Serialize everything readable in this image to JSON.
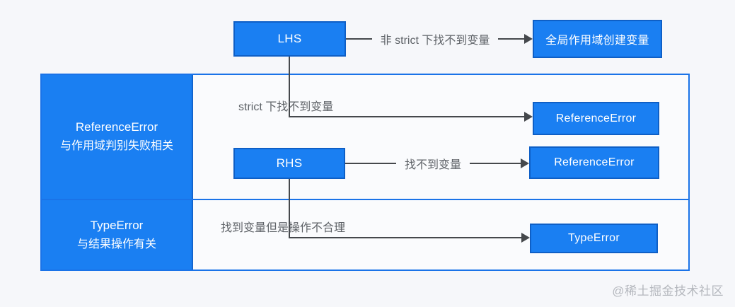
{
  "nodes": {
    "lhs": "LHS",
    "rhs": "RHS",
    "global_create": "全局作用域创建变量",
    "reference_error_1": "ReferenceError",
    "reference_error_2": "ReferenceError",
    "type_error": "TypeError"
  },
  "groups": {
    "reference_error": {
      "line1": "ReferenceError",
      "line2": "与作用域判别失败相关"
    },
    "type_error": {
      "line1": "TypeError",
      "line2": "与结果操作有关"
    }
  },
  "edges": {
    "non_strict": "非 strict 下找不到变量",
    "strict": "strict 下找不到变量",
    "not_found": "找不到变量",
    "bad_operation": "找到变量但是操作不合理"
  },
  "watermark": "@稀土掘金技术社区",
  "colors": {
    "canvas_background": "#f6f7fa",
    "node_fill": "#1a7ff2",
    "node_border": "#0e5fc6",
    "table_border": "#1a73e8",
    "line": "#45484c",
    "label_text": "#5f6368",
    "node_text": "#ffffff",
    "watermark_text": "#b4b7bd"
  }
}
